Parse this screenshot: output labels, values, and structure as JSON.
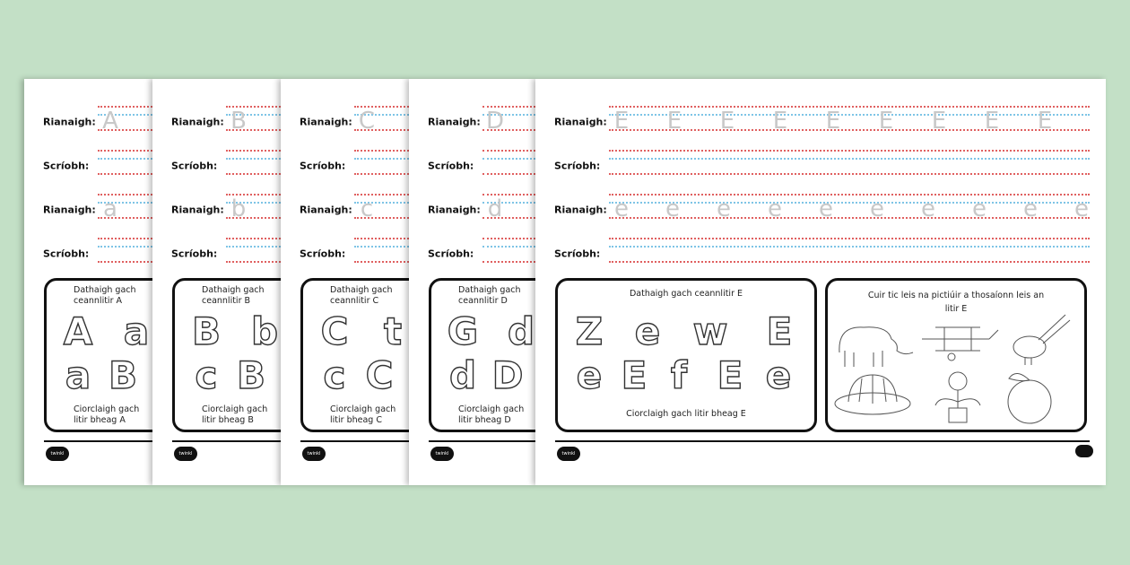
{
  "labels": {
    "trace": "Rianaigh:",
    "write": "Scríobh:"
  },
  "logo_text": "twinkl",
  "pages": [
    {
      "upper": "A",
      "lower": "a",
      "box_title": "Dathaigh gach ceannlitir A",
      "box_bottom": "Ciorclaigh gach litir bheag A",
      "row1": [
        "A",
        "a",
        "",
        ""
      ],
      "row2": [
        "a",
        "B",
        "",
        "",
        ""
      ]
    },
    {
      "upper": "B",
      "lower": "b",
      "box_title": "Dathaigh gach ceannlitir B",
      "box_bottom": "Ciorclaigh gach litir bheag B",
      "row1": [
        "B",
        "b",
        "",
        ""
      ],
      "row2": [
        "c",
        "B",
        "",
        "",
        ""
      ]
    },
    {
      "upper": "C",
      "lower": "c",
      "box_title": "Dathaigh gach ceannlitir C",
      "box_bottom": "Ciorclaigh gach litir bheag C",
      "row1": [
        "C",
        "t",
        "",
        ""
      ],
      "row2": [
        "c",
        "C",
        "",
        "",
        ""
      ]
    },
    {
      "upper": "D",
      "lower": "d",
      "box_title": "Dathaigh gach ceannlitir D",
      "box_bottom": "Ciorclaigh gach litir bheag D",
      "row1": [
        "G",
        "d",
        "",
        ""
      ],
      "row2": [
        "d",
        "D",
        "",
        "",
        ""
      ]
    },
    {
      "upper": "E",
      "lower": "e",
      "box_title": "Dathaigh gach ceannlitir  E",
      "box_bottom": "Ciorclaigh gach litir bheag E",
      "row1": [
        "Z",
        "e",
        "w",
        "E"
      ],
      "row2": [
        "e",
        "E",
        "f",
        "E",
        "e"
      ],
      "picture_title": "Cuir tic leis na pictiúir a thosaíonn leis an litir E",
      "pictures": [
        "elephant",
        "airplane",
        "bird",
        "jelly",
        "flower",
        "orange"
      ]
    }
  ],
  "colors": {
    "background": "#c3e0c6",
    "guide_red": "#e06060",
    "guide_blue": "#7ec4e6"
  }
}
